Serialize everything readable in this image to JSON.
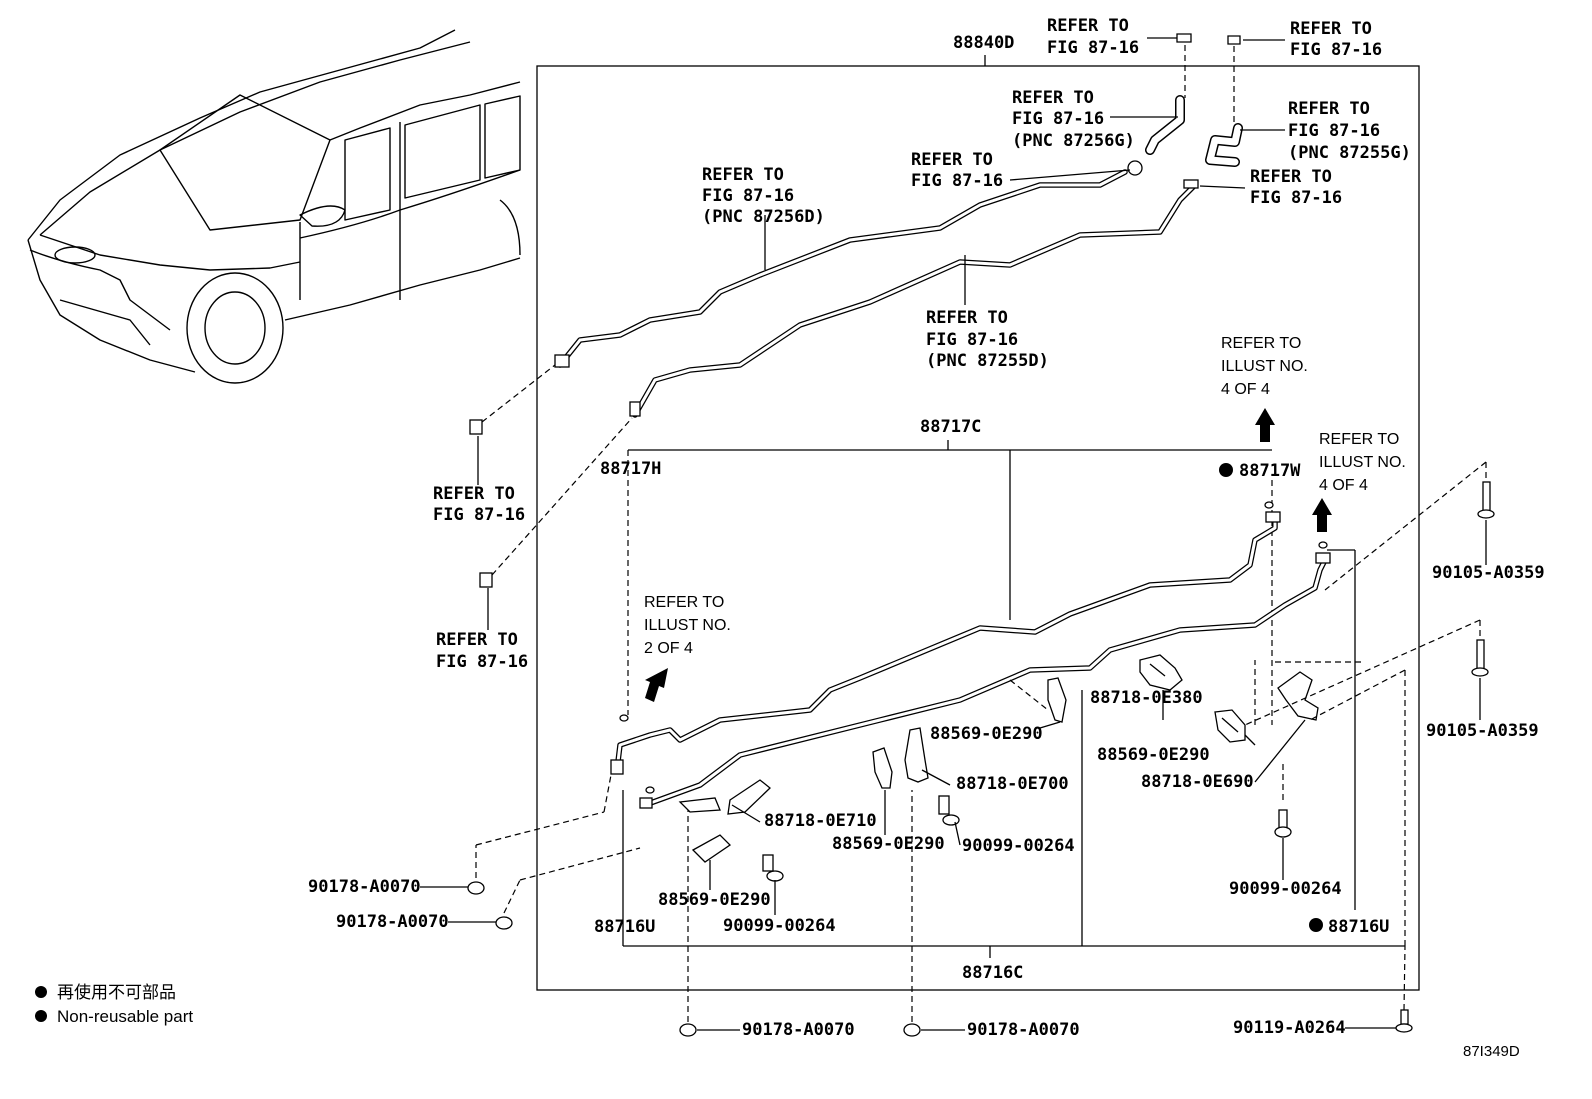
{
  "labels": {
    "assembly_main": "88840D",
    "tube_c": "88717C",
    "tube_h": "88717H",
    "tube_w": "88717W",
    "hose_c": "88716C",
    "hose_u_left": "88716U",
    "hose_u_right": "88716U",
    "clamp_380": "88718-0E380",
    "clamp_700": "88718-0E700",
    "clamp_710": "88718-0E710",
    "clamp_690": "88718-0E690",
    "cushion_a": "88569-0E290",
    "cushion_b": "88569-0E290",
    "cushion_c": "88569-0E290",
    "cushion_d": "88569-0E290",
    "screw_a": "90099-00264",
    "screw_b": "90099-00264",
    "screw_c": "90099-00264",
    "bolt_a": "90105-A0359",
    "bolt_b": "90105-A0359",
    "nut_a": "90178-A0070",
    "nut_b": "90178-A0070",
    "nut_c": "90178-A0070",
    "nut_d": "90178-A0070",
    "bolt_bottom": "90119-A0264"
  },
  "refs": {
    "r1": [
      "REFER TO",
      "FIG 87-16"
    ],
    "r2": [
      "REFER TO",
      "FIG 87-16"
    ],
    "r3": [
      "REFER TO",
      "FIG 87-16",
      "(PNC 87256G)"
    ],
    "r4": [
      "REFER TO",
      "FIG 87-16",
      "(PNC 87255G)"
    ],
    "r5": [
      "REFER TO",
      "FIG 87-16"
    ],
    "r6": [
      "REFER TO",
      "FIG 87-16"
    ],
    "r7": [
      "REFER TO",
      "FIG 87-16",
      "(PNC 87256D)"
    ],
    "r8": [
      "REFER TO",
      "FIG 87-16",
      "(PNC 87255D)"
    ],
    "r9": [
      "REFER TO",
      "FIG 87-16"
    ],
    "r10": [
      "REFER TO",
      "FIG 87-16"
    ]
  },
  "illust": {
    "i1": [
      "REFER TO",
      "ILLUST NO.",
      "4 OF 4"
    ],
    "i2": [
      "REFER TO",
      "ILLUST NO.",
      "4 OF 4"
    ],
    "i3": [
      "REFER TO",
      "ILLUST NO.",
      "2 OF 4"
    ]
  },
  "legend": {
    "ja": "再使用不可部品",
    "en": "Non-reusable part"
  },
  "diagram_code": "87I349D"
}
